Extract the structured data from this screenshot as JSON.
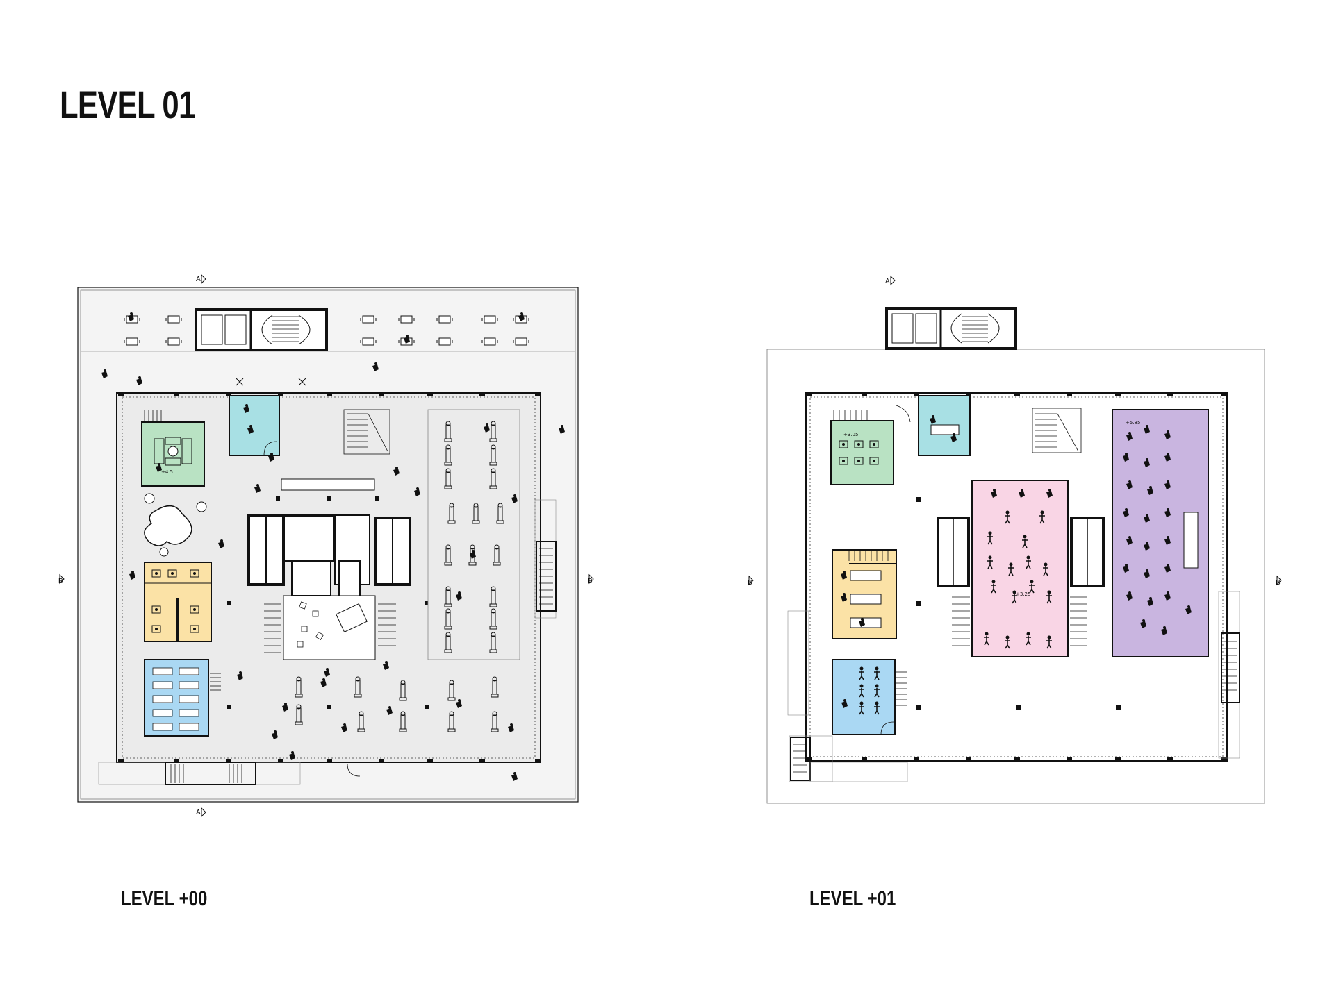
{
  "title": "LEVEL 01",
  "plans": [
    {
      "id": "level-00",
      "label": "LEVEL +00"
    },
    {
      "id": "level-01",
      "label": "LEVEL +01"
    }
  ],
  "section_marks": {
    "a": "A",
    "b": "B"
  },
  "level_tags": [
    "+4.5",
    "+3.05",
    "+3.25",
    "+5.85"
  ],
  "colors": {
    "green": "#b9e2c3",
    "cyan": "#a8e0e4",
    "yellow": "#fbe2a6",
    "blue": "#aad8f3",
    "pink": "#f9d5e5",
    "purple": "#c9b5e0",
    "floor_gray": "#ebebeb",
    "terrace_gray": "#f4f4f4",
    "wall": "#111111"
  }
}
